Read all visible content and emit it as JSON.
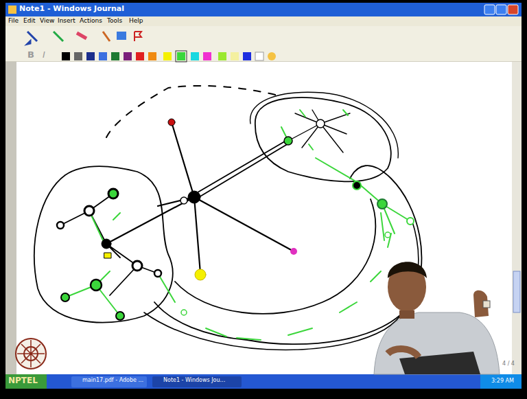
{
  "diagram": {
    "labels": [
      "Note1 - Windows Journal",
      "File",
      "Edit",
      "View",
      "Insert",
      "Actions",
      "Tools",
      "Help",
      "B",
      "I",
      "main17.pdf - Adobe ...",
      "Note1 - Windows Jou...",
      "NPTEL",
      "4 / 4",
      "3:29 AM"
    ]
  }
}
